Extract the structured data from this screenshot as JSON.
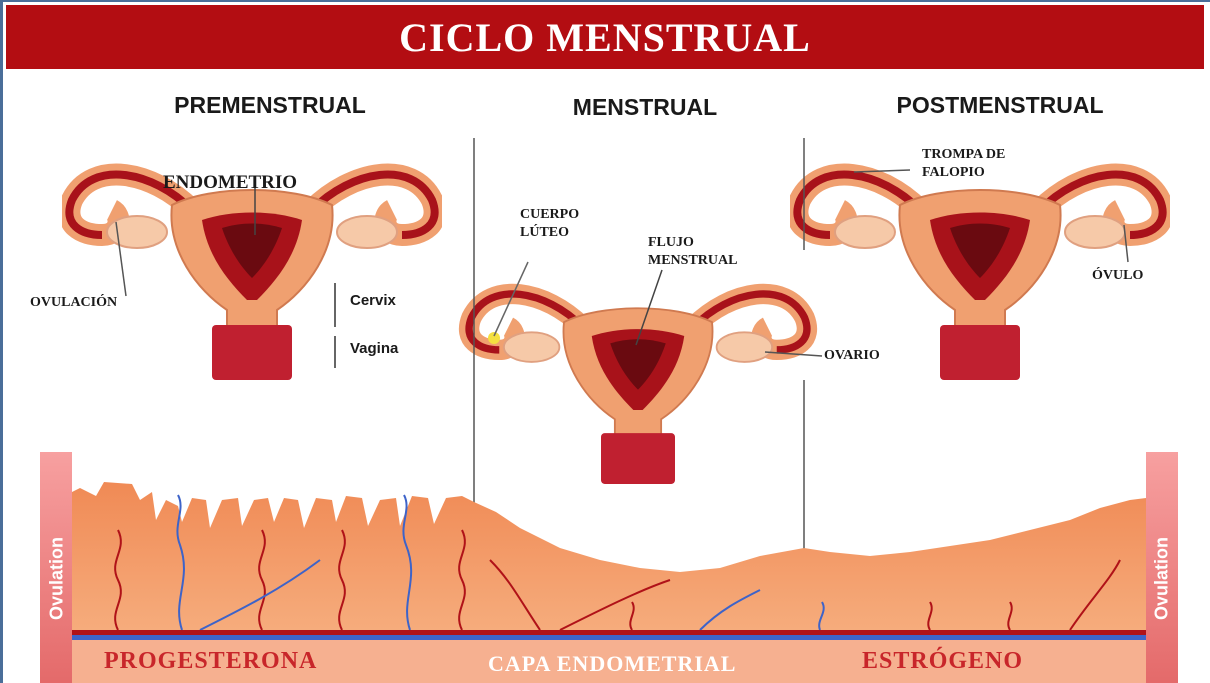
{
  "title": "CICLO MENSTRUAL",
  "phases": [
    "PREMENSTRUAL",
    "MENSTRUAL",
    "POSTMENSTRUAL"
  ],
  "labels": {
    "endometrio": "ENDOMETRIO",
    "ovulacion": "OVULACIÓN",
    "cervix": "Cervix",
    "vagina": "Vagina",
    "cuerpo_luteo_1": "CUERPO",
    "cuerpo_luteo_2": "LÚTEO",
    "flujo_1": "FLUJO",
    "flujo_2": "MENSTRUAL",
    "ovario": "OVARIO",
    "trompa_1": "TROMPA DE",
    "trompa_2": "FALOPIO",
    "ovulo": "ÓVULO"
  },
  "ovulation_label": "Ovulation",
  "hormones": [
    "PROGESTERONA",
    "CAPA ENDOMETRIAL",
    "ESTRÓGENO"
  ],
  "colors": {
    "banner": "#b30d12",
    "uterus_outer": "#f0a070",
    "uterus_dark": "#a8121a",
    "cervix": "#c02030",
    "tissue": "#f4a36f",
    "vein_blue": "#3d63c9",
    "artery_red": "#b01218",
    "progesterona": "#c8262a",
    "capa": "#ffffff",
    "estrogeno": "#c8262a"
  }
}
